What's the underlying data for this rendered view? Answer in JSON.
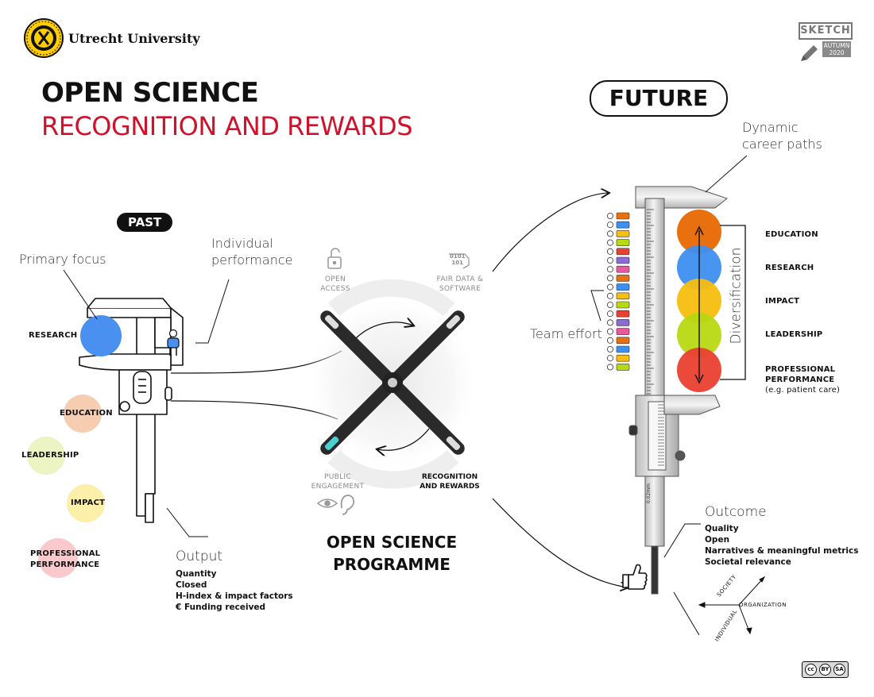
{
  "header": {
    "university": "Utrecht University",
    "title_line1": "OPEN SCIENCE",
    "title_line2": "RECOGNITION AND REWARDS",
    "sketch_label": "SKETCH",
    "sketch_season": "AUTUMN",
    "sketch_year": "2020"
  },
  "past": {
    "label": "PAST",
    "primary_focus": "Primary focus",
    "individual_line1": "Individual",
    "individual_line2": "performance",
    "research": "RESEARCH",
    "education": "EDUCATION",
    "leadership": "LEADERSHIP",
    "impact": "IMPACT",
    "professional_line1": "PROFESSIONAL",
    "professional_line2": "PERFORMANCE",
    "output_title": "Output",
    "output_items": [
      "Quantity",
      "Closed",
      "H-index & impact factors",
      "€ Funding received"
    ],
    "colors": {
      "research": "#4a90f0",
      "education": "#f7cdb2",
      "leadership": "#ebf4c2",
      "impact": "#fbefaa",
      "professional": "#f9c9cd"
    }
  },
  "programme": {
    "open_access_line1": "OPEN",
    "open_access_line2": "ACCESS",
    "fair_line1": "FAIR DATA &",
    "fair_line2": "SOFTWARE",
    "fair_icon_line1": "0101",
    "fair_icon_line2": "101",
    "public_line1": "PUBLIC",
    "public_line2": "ENGAGEMENT",
    "recognition_line1": "RECOGNITION",
    "recognition_line2": "AND REWARDS",
    "title_line1": "OPEN SCIENCE",
    "title_line2": "PROGRAMME"
  },
  "future": {
    "label": "FUTURE",
    "dynamic_line1": "Dynamic",
    "dynamic_line2": "career paths",
    "team_effort": "Team effort",
    "diversification": "Diversification",
    "education": "EDUCATION",
    "research": "RESEARCH",
    "impact": "IMPACT",
    "leadership": "LEADERSHIP",
    "professional_line1": "PROFESSIONAL",
    "professional_line2": "PERFORMANCE",
    "professional_note": "(e.g. patient care)",
    "outcome_title": "Outcome",
    "outcome_items": [
      "Quality",
      "Open",
      "Narratives & meaningful metrics",
      "Societal relevance"
    ],
    "society": "SOCIETY",
    "organization": "ORGANIZATION",
    "individual": "INDIVIDUAL",
    "caliper_reading": "0.02mm",
    "colors": {
      "education": "#e8700e",
      "research": "#3d8ff0",
      "impact": "#f7be10",
      "leadership": "#b8d812",
      "professional": "#ea4030"
    }
  },
  "footer": {
    "license_badge": "cc",
    "license_by": "BY",
    "license_sa": "SA"
  }
}
